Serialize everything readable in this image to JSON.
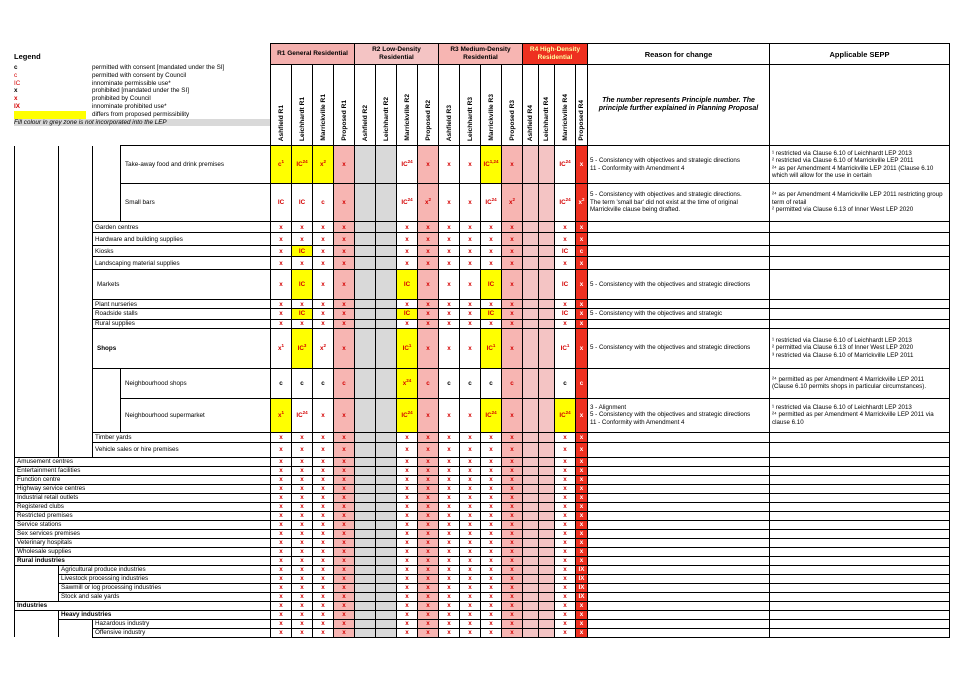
{
  "legend": {
    "title": "Legend",
    "items": [
      {
        "sym": "c",
        "desc": "permitted with consent [mandated under the SI]"
      },
      {
        "sym": "c",
        "desc": "permitted with consent by Council"
      },
      {
        "sym": "IC",
        "desc": "innominate permissible use*"
      },
      {
        "sym": "x",
        "desc": "prohibited [mandated under the SI]"
      },
      {
        "sym": "x",
        "desc": "prohibited by Council"
      },
      {
        "sym": "IX",
        "desc": "innominate prohibited use*"
      },
      {
        "sym": "",
        "desc": "differs from proposed permissibility"
      }
    ],
    "grey_note": "Fill colour in grey zone is not incorporated into the LEP"
  },
  "groups": [
    {
      "label": "R1 General Residential"
    },
    {
      "label": "R2 Low-Density Residential"
    },
    {
      "label": "R3 Medium-Density Residential"
    },
    {
      "label": "R4 High-Density Residential"
    }
  ],
  "columns": [
    "Ashfield R1",
    "Leichhardt R1",
    "Marrickville R1",
    "Proposed R1",
    "Ashfield R2",
    "Leichhardt R2",
    "Marrickville R2",
    "Proposed R2",
    "Ashfield R3",
    "Leichhardt R3",
    "Marrickville R3",
    "Proposed R3",
    "Ashfield R4",
    "Leichhardt R4",
    "Marrickville R4",
    "Proposed R4"
  ],
  "headers": {
    "reason": "Reason for change",
    "sepp": "Applicable SEPP",
    "reason_intro": "The number represents Principle number. The principle further explained in Planning Proposal"
  },
  "rows": [
    {
      "label": "Take-away food and drink premises",
      "lvl": 3,
      "h": 38,
      "cells": [
        [
          "c",
          "1",
          "y"
        ],
        [
          "IC",
          "24",
          "y"
        ],
        [
          "x",
          "2",
          "y"
        ],
        [
          "x",
          "",
          ""
        ],
        [
          "",
          "",
          ""
        ],
        [
          "",
          "",
          ""
        ],
        [
          "IC",
          "24",
          ""
        ],
        [
          "x",
          "",
          ""
        ],
        [
          "x",
          "",
          ""
        ],
        [
          "x",
          "",
          ""
        ],
        [
          "IC",
          "1,24",
          "y"
        ],
        [
          "x",
          "",
          ""
        ],
        [
          "",
          "",
          ""
        ],
        [
          "",
          "",
          ""
        ],
        [
          "IC",
          "24",
          ""
        ],
        [
          "x",
          "",
          ""
        ]
      ],
      "reason": "5 - Consistency with objectives and strategic directions\n11 - Conformity with Amendment 4",
      "sepp": "¹ restricted via Clause 6.10 of  Leichhardt LEP 2013\n² restricted via Clause 6.10 of Marrickville LEP 2011\n²⁴ as per Amendment 4 Marrickville LEP 2011 (Clause 6.10 which will allow for the use in certain"
    },
    {
      "label": "Small bars",
      "lvl": 3,
      "h": 38,
      "cells": [
        [
          "IC",
          "",
          ""
        ],
        [
          "IC",
          "",
          ""
        ],
        [
          "c",
          "",
          ""
        ],
        [
          "x",
          "",
          ""
        ],
        [
          "",
          "",
          ""
        ],
        [
          "",
          "",
          ""
        ],
        [
          "IC",
          "24",
          ""
        ],
        [
          "x",
          "2",
          ""
        ],
        [
          "x",
          "",
          ""
        ],
        [
          "x",
          "",
          ""
        ],
        [
          "IC",
          "24",
          ""
        ],
        [
          "x",
          "2",
          ""
        ],
        [
          "",
          "",
          ""
        ],
        [
          "",
          "",
          ""
        ],
        [
          "IC",
          "24",
          ""
        ],
        [
          "x",
          "2",
          ""
        ]
      ],
      "reason": "5 - Consistency with objectives and strategic directions.\nThe term 'small bar' did not exist at the time of original Marrickville clause being drafted.",
      "sepp": "²⁴ as per Amendment 4 Marrickville LEP 2011 restricting group term of retail\n² permitted via Clause 6.13 of Inner West LEP 2020"
    },
    {
      "label": "Garden centres",
      "lvl": 2,
      "h": 11,
      "std": "x",
      "reason": "",
      "sepp": ""
    },
    {
      "label": "Hardware and building supplies",
      "lvl": 2,
      "h": 13,
      "std": "x",
      "reason": "",
      "sepp": ""
    },
    {
      "label": "Kiosks",
      "lvl": 2,
      "h": 11,
      "cells": [
        [
          "x",
          "",
          ""
        ],
        [
          "IC",
          "",
          "y"
        ],
        [
          "x",
          "",
          ""
        ],
        [
          "x",
          "",
          ""
        ],
        [
          "",
          "",
          ""
        ],
        [
          "",
          "",
          ""
        ],
        [
          "x",
          "",
          ""
        ],
        [
          "x",
          "",
          ""
        ],
        [
          "x",
          "",
          ""
        ],
        [
          "x",
          "",
          ""
        ],
        [
          "x",
          "",
          ""
        ],
        [
          "x",
          "",
          ""
        ],
        [
          "",
          "",
          ""
        ],
        [
          "",
          "",
          ""
        ],
        [
          "IC",
          "",
          ""
        ],
        [
          "c",
          "",
          ""
        ]
      ],
      "reason": "",
      "sepp": ""
    },
    {
      "label": "Landscaping material supplies",
      "lvl": 2,
      "h": 13,
      "std": "x",
      "reason": "",
      "sepp": ""
    },
    {
      "label": "Markets",
      "lvl": 2,
      "h": 30,
      "cells": [
        [
          "x",
          "",
          ""
        ],
        [
          "IC",
          "",
          "y"
        ],
        [
          "x",
          "",
          ""
        ],
        [
          "x",
          "",
          ""
        ],
        [
          "",
          "",
          ""
        ],
        [
          "",
          "",
          ""
        ],
        [
          "IC",
          "",
          "y"
        ],
        [
          "x",
          "",
          ""
        ],
        [
          "x",
          "",
          ""
        ],
        [
          "x",
          "",
          ""
        ],
        [
          "IC",
          "",
          "y"
        ],
        [
          "x",
          "",
          ""
        ],
        [
          "",
          "",
          ""
        ],
        [
          "",
          "",
          ""
        ],
        [
          "IC",
          "",
          ""
        ],
        [
          "x",
          "",
          ""
        ]
      ],
      "reason": "5 - Consistency with the objectives and strategic directions",
      "sepp": ""
    },
    {
      "label": "Plant nurseries",
      "lvl": 2,
      "h": 9,
      "std": "x",
      "reason": "",
      "sepp": ""
    },
    {
      "label": "Roadside stalls",
      "lvl": 2,
      "h": 9,
      "cells": [
        [
          "x",
          "",
          ""
        ],
        [
          "IC",
          "",
          "y"
        ],
        [
          "x",
          "",
          ""
        ],
        [
          "x",
          "",
          ""
        ],
        [
          "",
          "",
          ""
        ],
        [
          "",
          "",
          ""
        ],
        [
          "IC",
          "",
          "y"
        ],
        [
          "x",
          "",
          ""
        ],
        [
          "x",
          "",
          ""
        ],
        [
          "x",
          "",
          ""
        ],
        [
          "IC",
          "",
          "y"
        ],
        [
          "x",
          "",
          ""
        ],
        [
          "",
          "",
          ""
        ],
        [
          "",
          "",
          ""
        ],
        [
          "IC",
          "",
          ""
        ],
        [
          "x",
          "",
          ""
        ]
      ],
      "reason": "5 - Consistency with the objectives and strategic",
      "sepp": ""
    },
    {
      "label": "Rural supplies",
      "lvl": 2,
      "h": 9,
      "std": "x",
      "reason": "",
      "sepp": ""
    },
    {
      "label": "Shops",
      "lvl": 2,
      "bold": true,
      "h": 40,
      "cells": [
        [
          "x",
          "1",
          ""
        ],
        [
          "IC",
          "3",
          "y"
        ],
        [
          "x",
          "2",
          ""
        ],
        [
          "x",
          "",
          ""
        ],
        [
          "",
          "",
          ""
        ],
        [
          "",
          "",
          ""
        ],
        [
          "IC",
          "1",
          "y"
        ],
        [
          "x",
          "",
          ""
        ],
        [
          "x",
          "",
          ""
        ],
        [
          "x",
          "",
          ""
        ],
        [
          "IC",
          "1",
          "y"
        ],
        [
          "x",
          "",
          ""
        ],
        [
          "",
          "",
          ""
        ],
        [
          "",
          "",
          ""
        ],
        [
          "IC",
          "1",
          ""
        ],
        [
          "x",
          "",
          ""
        ]
      ],
      "reason": "5 - Consistency with the objectives and strategic directions",
      "sepp": "¹ restricted via Clause 6.10 of  Leichhardt LEP 2013\n² permitted via Clause 6.13 of Inner West LEP 2020\n³ restricted via Clause 6.10 of Marrickville LEP 2011"
    },
    {
      "label": "Neighbourhood shops",
      "lvl": 3,
      "h": 30,
      "cells": [
        [
          "c",
          "",
          "k"
        ],
        [
          "c",
          "",
          "k"
        ],
        [
          "c",
          "",
          "k"
        ],
        [
          "c",
          "",
          ""
        ],
        [
          "",
          "",
          ""
        ],
        [
          "",
          "",
          ""
        ],
        [
          "x",
          "24",
          "y"
        ],
        [
          "c",
          "",
          ""
        ],
        [
          "c",
          "",
          "k"
        ],
        [
          "c",
          "",
          "k"
        ],
        [
          "c",
          "",
          "k"
        ],
        [
          "c",
          "",
          ""
        ],
        [
          "",
          "",
          ""
        ],
        [
          "",
          "",
          ""
        ],
        [
          "c",
          "",
          "k"
        ],
        [
          "c",
          "",
          ""
        ]
      ],
      "reason": "",
      "sepp": "²⁴ permitted as per Amendment 4 Marrickville LEP 2011 (Clause 6.10 permits shops in particular circumstances)."
    },
    {
      "label": "Neighbourhood supermarket",
      "lvl": 3,
      "h": 34,
      "cells": [
        [
          "x",
          "1",
          "y"
        ],
        [
          "IC",
          "24",
          ""
        ],
        [
          "x",
          "",
          ""
        ],
        [
          "x",
          "",
          ""
        ],
        [
          "",
          "",
          ""
        ],
        [
          "",
          "",
          ""
        ],
        [
          "IC",
          "24",
          "y"
        ],
        [
          "x",
          "",
          ""
        ],
        [
          "x",
          "",
          ""
        ],
        [
          "x",
          "",
          ""
        ],
        [
          "IC",
          "24",
          "y"
        ],
        [
          "x",
          "",
          ""
        ],
        [
          "",
          "",
          ""
        ],
        [
          "",
          "",
          ""
        ],
        [
          "IC",
          "24",
          "y"
        ],
        [
          "x",
          "",
          ""
        ]
      ],
      "reason": "3 -  Alignment\n5 - Consistency with the objectives and strategic directions\n11 - Conformity with Amendment 4",
      "sepp": "¹ restricted via Clause 6.10 of  Leichhardt LEP 2013\n²⁴ permitted as per Amendment 4 Marrickville LEP 2011 via clause 6.10"
    },
    {
      "label": "Timber yards",
      "lvl": 2,
      "h": 10,
      "std": "x",
      "reason": "",
      "sepp": ""
    },
    {
      "label": "Vehicle sales or hire premises",
      "lvl": 2,
      "h": 15,
      "std": "x",
      "reason": "",
      "sepp": ""
    },
    {
      "label": "Amusement centres",
      "lvl": 0,
      "h": 9,
      "std": "x",
      "reason": "",
      "sepp": ""
    },
    {
      "label": "Entertainment facilities",
      "lvl": 0,
      "h": 9,
      "std": "x",
      "reason": "",
      "sepp": ""
    },
    {
      "label": "Function centre",
      "lvl": 0,
      "h": 9,
      "std": "x",
      "reason": "",
      "sepp": ""
    },
    {
      "label": "Highway service centres",
      "lvl": 0,
      "h": 9,
      "std": "x",
      "reason": "",
      "sepp": ""
    },
    {
      "label": "Industrial retail outlets",
      "lvl": 0,
      "h": 9,
      "std": "x",
      "reason": "",
      "sepp": ""
    },
    {
      "label": "Registered clubs",
      "lvl": 0,
      "h": 9,
      "std": "x",
      "reason": "",
      "sepp": ""
    },
    {
      "label": "Restricted premises",
      "lvl": 0,
      "h": 9,
      "std": "x",
      "reason": "",
      "sepp": ""
    },
    {
      "label": "Service stations",
      "lvl": 0,
      "h": 9,
      "std": "x",
      "reason": "",
      "sepp": ""
    },
    {
      "label": "Sex services premises",
      "lvl": 0,
      "h": 9,
      "std": "x",
      "reason": "",
      "sepp": ""
    },
    {
      "label": "Veterinary hospitals",
      "lvl": 0,
      "h": 9,
      "std": "x",
      "reason": "",
      "sepp": ""
    },
    {
      "label": "Wholesale supplies",
      "lvl": 0,
      "h": 9,
      "std": "x",
      "reason": "",
      "sepp": ""
    },
    {
      "label": "Rural industries",
      "lvl": 0,
      "bold": true,
      "h": 9,
      "std": "x",
      "reason": "",
      "sepp": ""
    },
    {
      "label": "Agricultural produce industries",
      "lvl": 1,
      "h": 9,
      "std": "x",
      "p4": "IX",
      "reason": "",
      "sepp": ""
    },
    {
      "label": "Livestock processing industries",
      "lvl": 1,
      "h": 9,
      "std": "x",
      "p4": "IX",
      "reason": "",
      "sepp": ""
    },
    {
      "label": "Sawmill or log processing industries",
      "lvl": 1,
      "h": 9,
      "std": "x",
      "p4": "IX",
      "reason": "",
      "sepp": ""
    },
    {
      "label": "Stock and sale yards",
      "lvl": 1,
      "h": 9,
      "std": "x",
      "p4": "IX",
      "reason": "",
      "sepp": ""
    },
    {
      "label": "Industries",
      "lvl": 0,
      "bold": true,
      "h": 9,
      "std": "x",
      "reason": "",
      "sepp": ""
    },
    {
      "label": "Heavy industries",
      "lvl": 1,
      "bold": true,
      "h": 9,
      "std": "x",
      "reason": "",
      "sepp": ""
    },
    {
      "label": "Hazardous industry",
      "lvl": 2,
      "h": 9,
      "std": "x",
      "reason": "",
      "sepp": ""
    },
    {
      "label": "Offensive industry",
      "lvl": 2,
      "h": 9,
      "std": "x",
      "reason": "",
      "sepp": ""
    }
  ]
}
